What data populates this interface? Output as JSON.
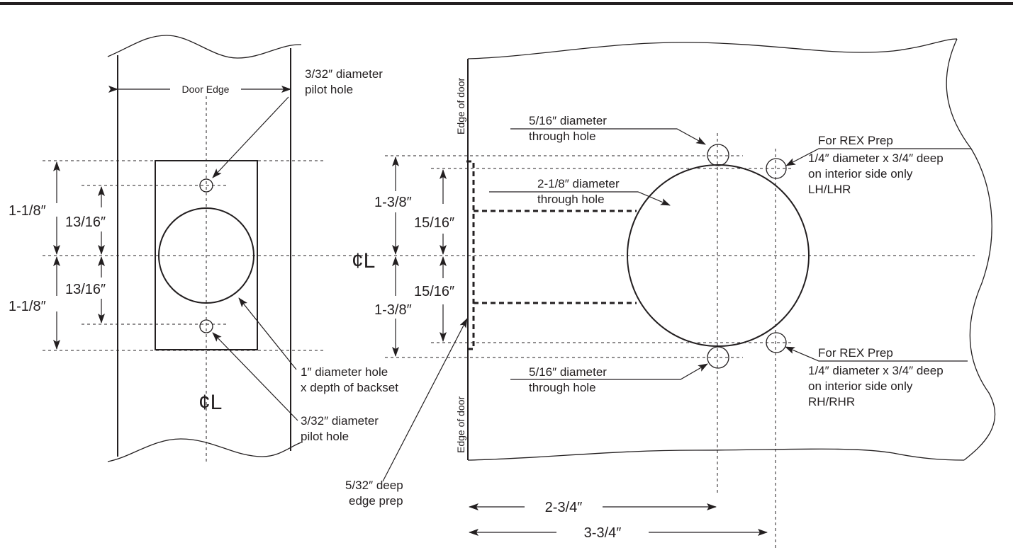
{
  "left_view": {
    "door_edge_label": "Door Edge",
    "pilot_hole_top": [
      "3/32″ diameter",
      "pilot hole"
    ],
    "pilot_hole_bottom": [
      "3/32″ diameter",
      "pilot hole"
    ],
    "backset_hole": [
      "1″ diameter hole",
      "x depth of backset"
    ],
    "dim_outer_top": "1-1/8″",
    "dim_inner_top": "13/16″",
    "dim_inner_bottom": "13/16″",
    "dim_outer_bottom": "1-1/8″",
    "centerline_label": "¢L"
  },
  "right_view": {
    "edge_of_door_top": "Edge of door",
    "edge_of_door_bottom": "Edge of door",
    "through_hole_top": [
      "5/16″ diameter",
      "through hole"
    ],
    "through_hole_bottom": [
      "5/16″ diameter",
      "through hole"
    ],
    "main_hole": [
      "2-1/8″ diameter",
      "through hole"
    ],
    "rex_top": [
      "For REX Prep",
      "1/4″ diameter x 3/4″ deep",
      "on interior side only",
      "LH/LHR"
    ],
    "rex_bottom": [
      "For REX Prep",
      "1/4″ diameter x 3/4″ deep",
      "on interior side only",
      "RH/RHR"
    ],
    "edge_prep": [
      "5/32″ deep",
      "edge prep"
    ],
    "dim_outer_top": "1-3/8″",
    "dim_inner_top": "15/16″",
    "dim_inner_bottom": "15/16″",
    "dim_outer_bottom": "1-3/8″",
    "dim_backset": "2-3/4″",
    "dim_rex": "3-3/4″",
    "centerline_label": "¢L"
  }
}
